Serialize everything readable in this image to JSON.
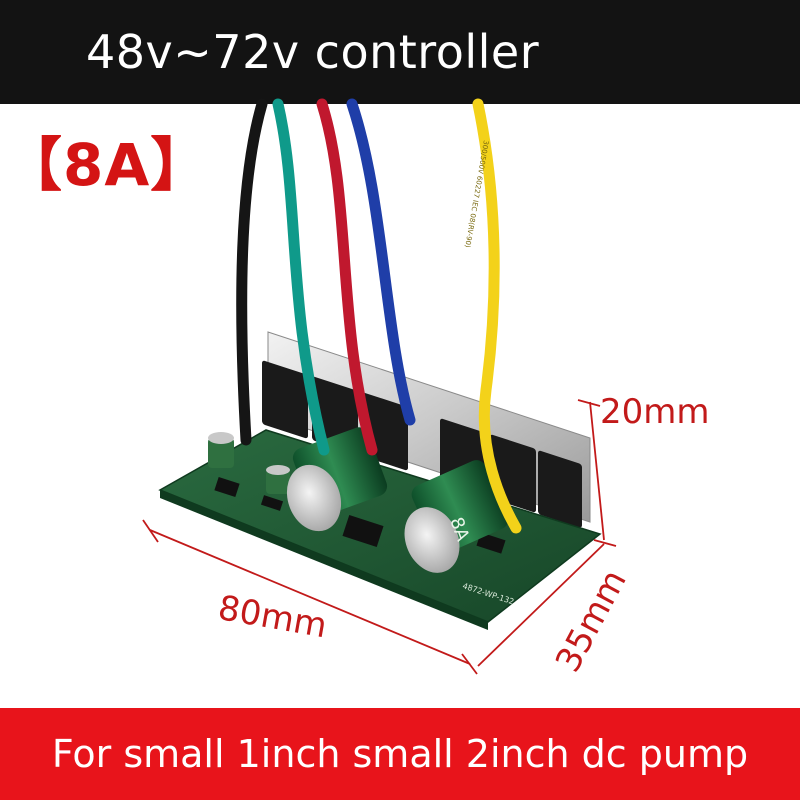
{
  "header": {
    "title": "48v~72v controller"
  },
  "badge": {
    "text": "【8A】"
  },
  "product": {
    "capacitor_marking": "8A",
    "wire_print": "300/500V  60227 IEC 08(RV-90)",
    "board_marking": "4872-WP-132"
  },
  "dimensions": {
    "height": "20mm",
    "length": "80mm",
    "width": "35mm"
  },
  "footer": {
    "caption": "For small 1inch small 2inch dc pump"
  },
  "colors": {
    "header_bg": "#131313",
    "badge_red": "#d41414",
    "dimension_red": "#c21a1a",
    "footer_bg": "#e8141b",
    "pcb_green": "#1f5a34",
    "wire_black": "#151515",
    "wire_teal": "#0f9a8a",
    "wire_red": "#c0182e",
    "wire_blue": "#1f3ea8",
    "wire_yellow": "#f3d21a"
  }
}
